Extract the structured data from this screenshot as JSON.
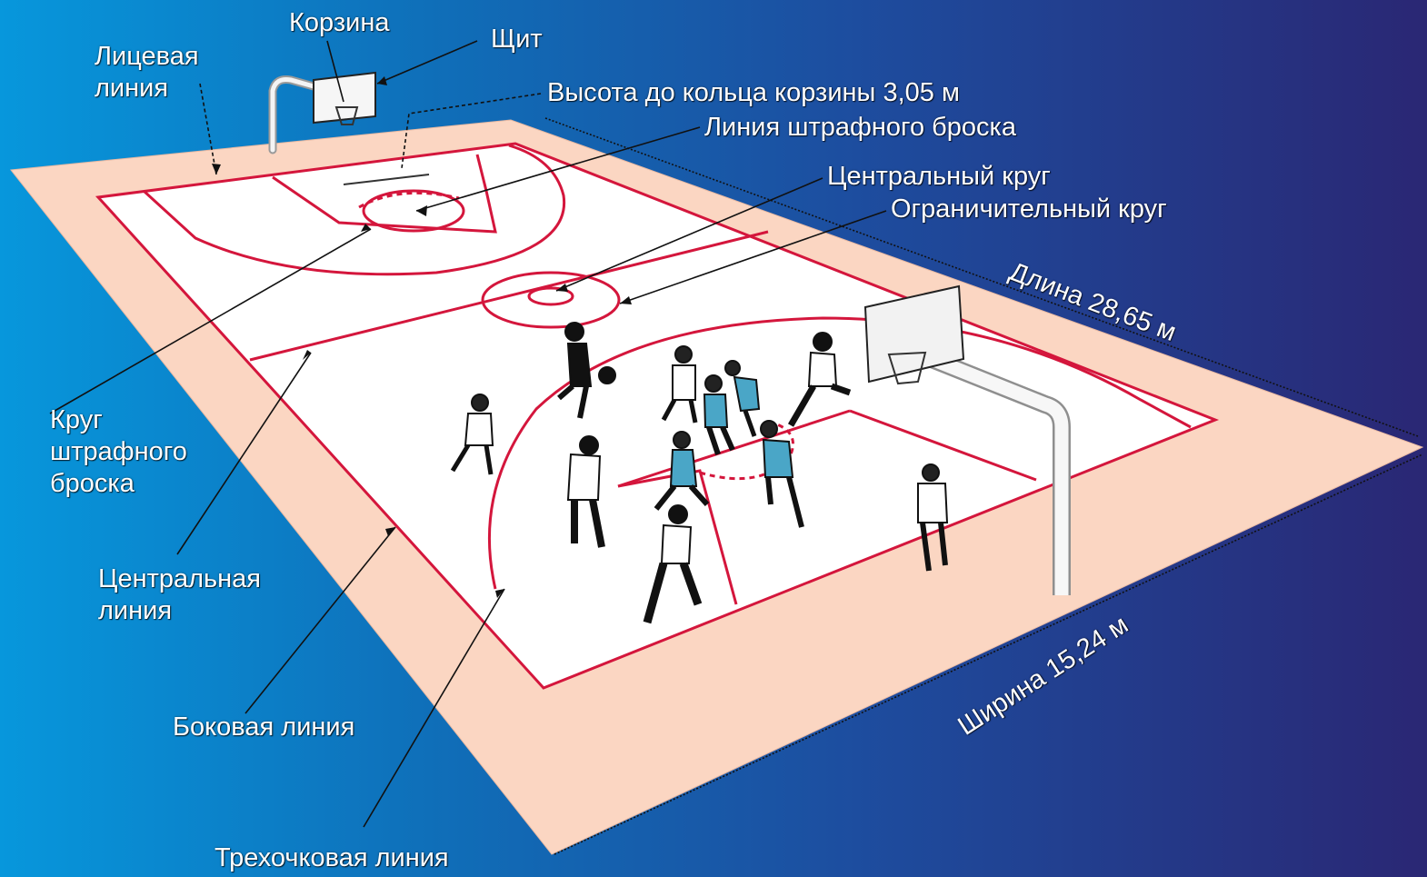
{
  "labels": {
    "basket": "Корзина",
    "backboard": "Щит",
    "endline_1": "Лицевая",
    "endline_2": "линия",
    "rim_height": "Высота до кольца корзины 3,05 м",
    "free_throw_line": "Линия штрафного броска",
    "center_circle": "Центральный круг",
    "restraining_circle": "Ограничительный круг",
    "length": "Длина 28,65 м",
    "width": "Ширина 15,24 м",
    "free_throw_circle_1": "Круг",
    "free_throw_circle_2": "штрафного",
    "free_throw_circle_3": "броска",
    "center_line_1": "Центральная",
    "center_line_2": "линия",
    "sideline": "Боковая линия",
    "three_point_line": "Трехочковая линия"
  },
  "colors": {
    "background_left": "#0797dc",
    "background_right": "#2a2774",
    "court_surround": "#fbd6c2",
    "court_floor": "#ffffff",
    "court_lines": "#d4163c",
    "team_blue": "#4aa6c7",
    "team_dark": "#111111"
  }
}
